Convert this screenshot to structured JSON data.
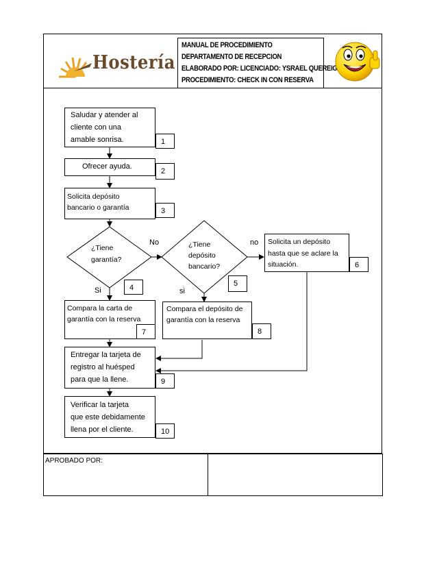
{
  "header": {
    "lines": [
      "MANUAL DE PROCEDIMIENTO",
      "DEPARTAMENTO DE RECEPCION",
      "ELABORADO POR: LICENCIADO: YSRAEL QUEREIGUA",
      "PROCEDIMIENTO:    CHECK IN CON RESERVA"
    ],
    "logo_text": "Hostería El Morro",
    "logo_icon": "sunrise-icon",
    "mascot_icon": "smiley-thumbs-up-icon"
  },
  "flow": {
    "step1": {
      "text": [
        "Saludar y atender  al",
        "cliente con una",
        "amable sonrisa."
      ],
      "num": "1"
    },
    "step2": {
      "text": [
        "Ofrecer  ayuda."
      ],
      "num": "2"
    },
    "step3": {
      "text": [
        "Solicita depósito",
        "bancario  o garantía"
      ],
      "num": "3"
    },
    "decision4": {
      "text": [
        "¿Tiene",
        "garantía?"
      ],
      "num": "4",
      "no_label": "No",
      "yes_label": "Si"
    },
    "decision5": {
      "text": [
        "¿Tiene",
        "depósito",
        "bancario?"
      ],
      "num": "5",
      "no_label": "no",
      "yes_label": "si"
    },
    "step6": {
      "text": [
        "Solicita un depósito",
        "hasta que se aclare la",
        "situación."
      ],
      "num": "6"
    },
    "step7": {
      "text": [
        "Compara la carta de",
        "garantía  con la reserva"
      ],
      "num": "7"
    },
    "step8": {
      "text": [
        "Compara el depósito de",
        "garantía  con la reserva"
      ],
      "num": "8"
    },
    "step9": {
      "text": [
        "Entregar la tarjeta de",
        "registro al huésped",
        "para que la llene."
      ],
      "num": "9"
    },
    "step10": {
      "text": [
        "Verificar  la tarjeta",
        "que este debidamente",
        "llena por el cliente."
      ],
      "num": "10"
    }
  },
  "footer": {
    "approved_label": "APROBADO POR:"
  }
}
